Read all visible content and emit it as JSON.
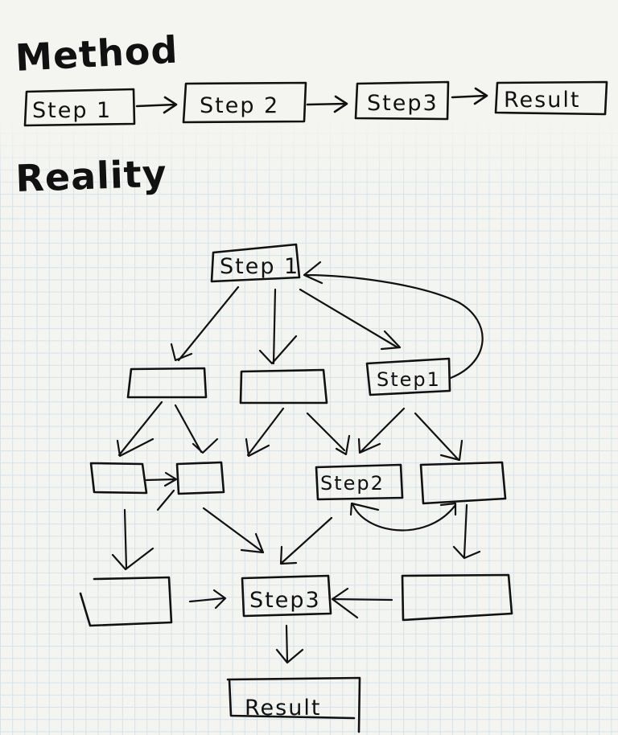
{
  "method": {
    "title": "Method",
    "steps": [
      "Step 1",
      "Step 2",
      "Step3",
      "Result"
    ]
  },
  "reality": {
    "title": "Reality",
    "labels": {
      "step1_top": "Step 1",
      "step1_right": "Step1",
      "step2": "Step2",
      "step3": "Step3",
      "result": "Result"
    }
  }
}
